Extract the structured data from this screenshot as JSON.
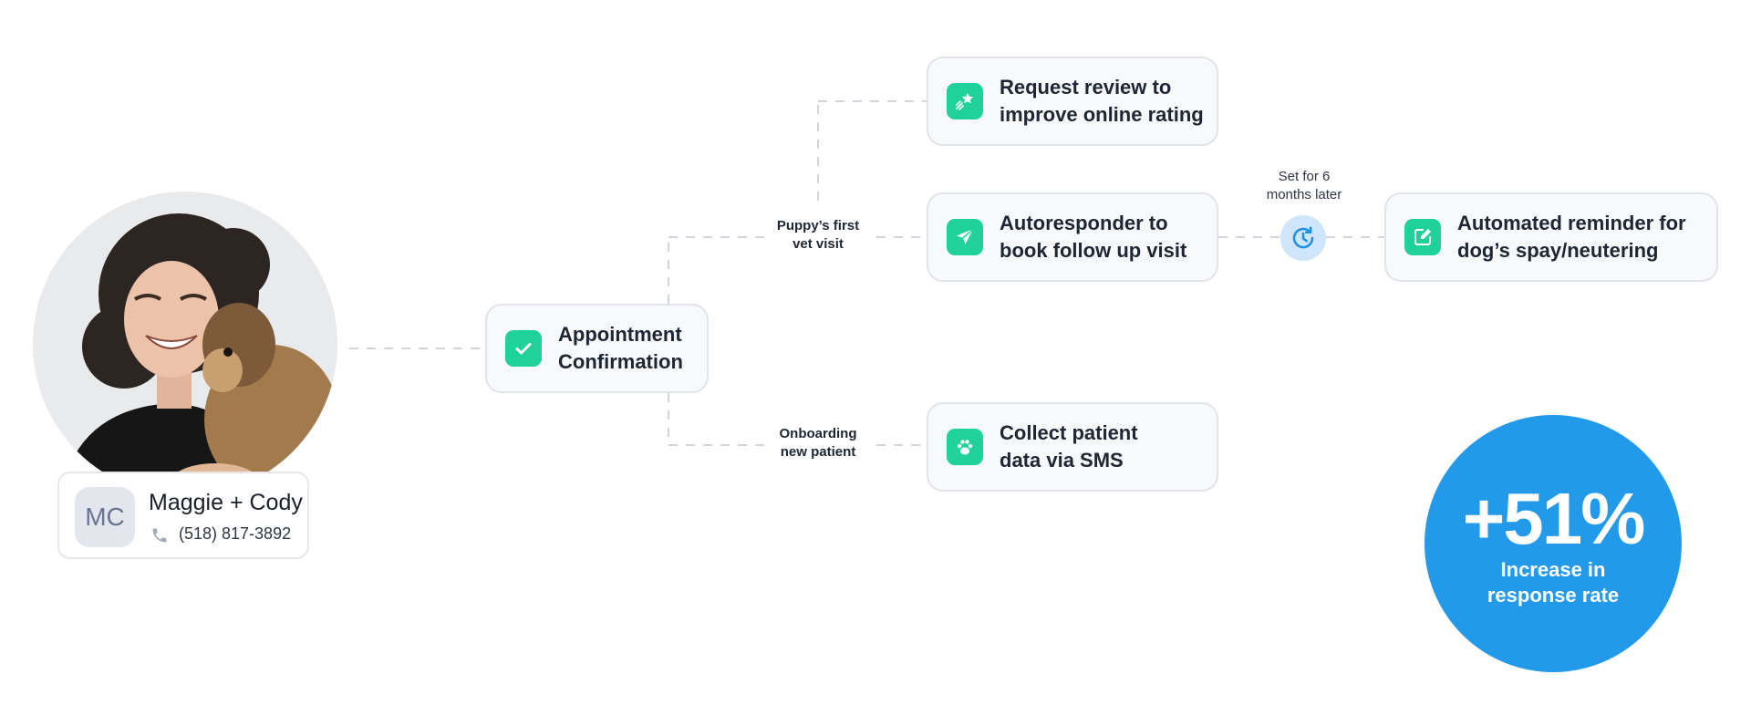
{
  "contact": {
    "initials": "MC",
    "name": "Maggie + Cody",
    "phone": "(518) 817-3892"
  },
  "nodes": {
    "appointment": {
      "label": "Appointment\nConfirmation",
      "icon": "check-icon"
    },
    "review": {
      "label": "Request review to\nimprove online rating",
      "icon": "star-sparkle-icon"
    },
    "autoresponder": {
      "label": "Autoresponder to\nbook follow up visit",
      "icon": "send-icon"
    },
    "reminder": {
      "label": "Automated reminder for\ndog’s spay/neutering",
      "icon": "edit-icon"
    },
    "collect": {
      "label": "Collect patient\ndata via SMS",
      "icon": "paw-icon"
    }
  },
  "branches": {
    "puppy": "Puppy’s first\nvet visit",
    "onboarding": "Onboarding\nnew patient"
  },
  "delay": {
    "label": "Set for 6\nmonths later",
    "icon": "clock-icon"
  },
  "stat": {
    "value": "+51%",
    "caption": "Increase in\nresponse rate"
  },
  "colors": {
    "accent_green": "#1fd398",
    "stat_blue": "#2399ea",
    "clock_bg": "#cfe5f9",
    "connector": "#d2d6dc"
  }
}
